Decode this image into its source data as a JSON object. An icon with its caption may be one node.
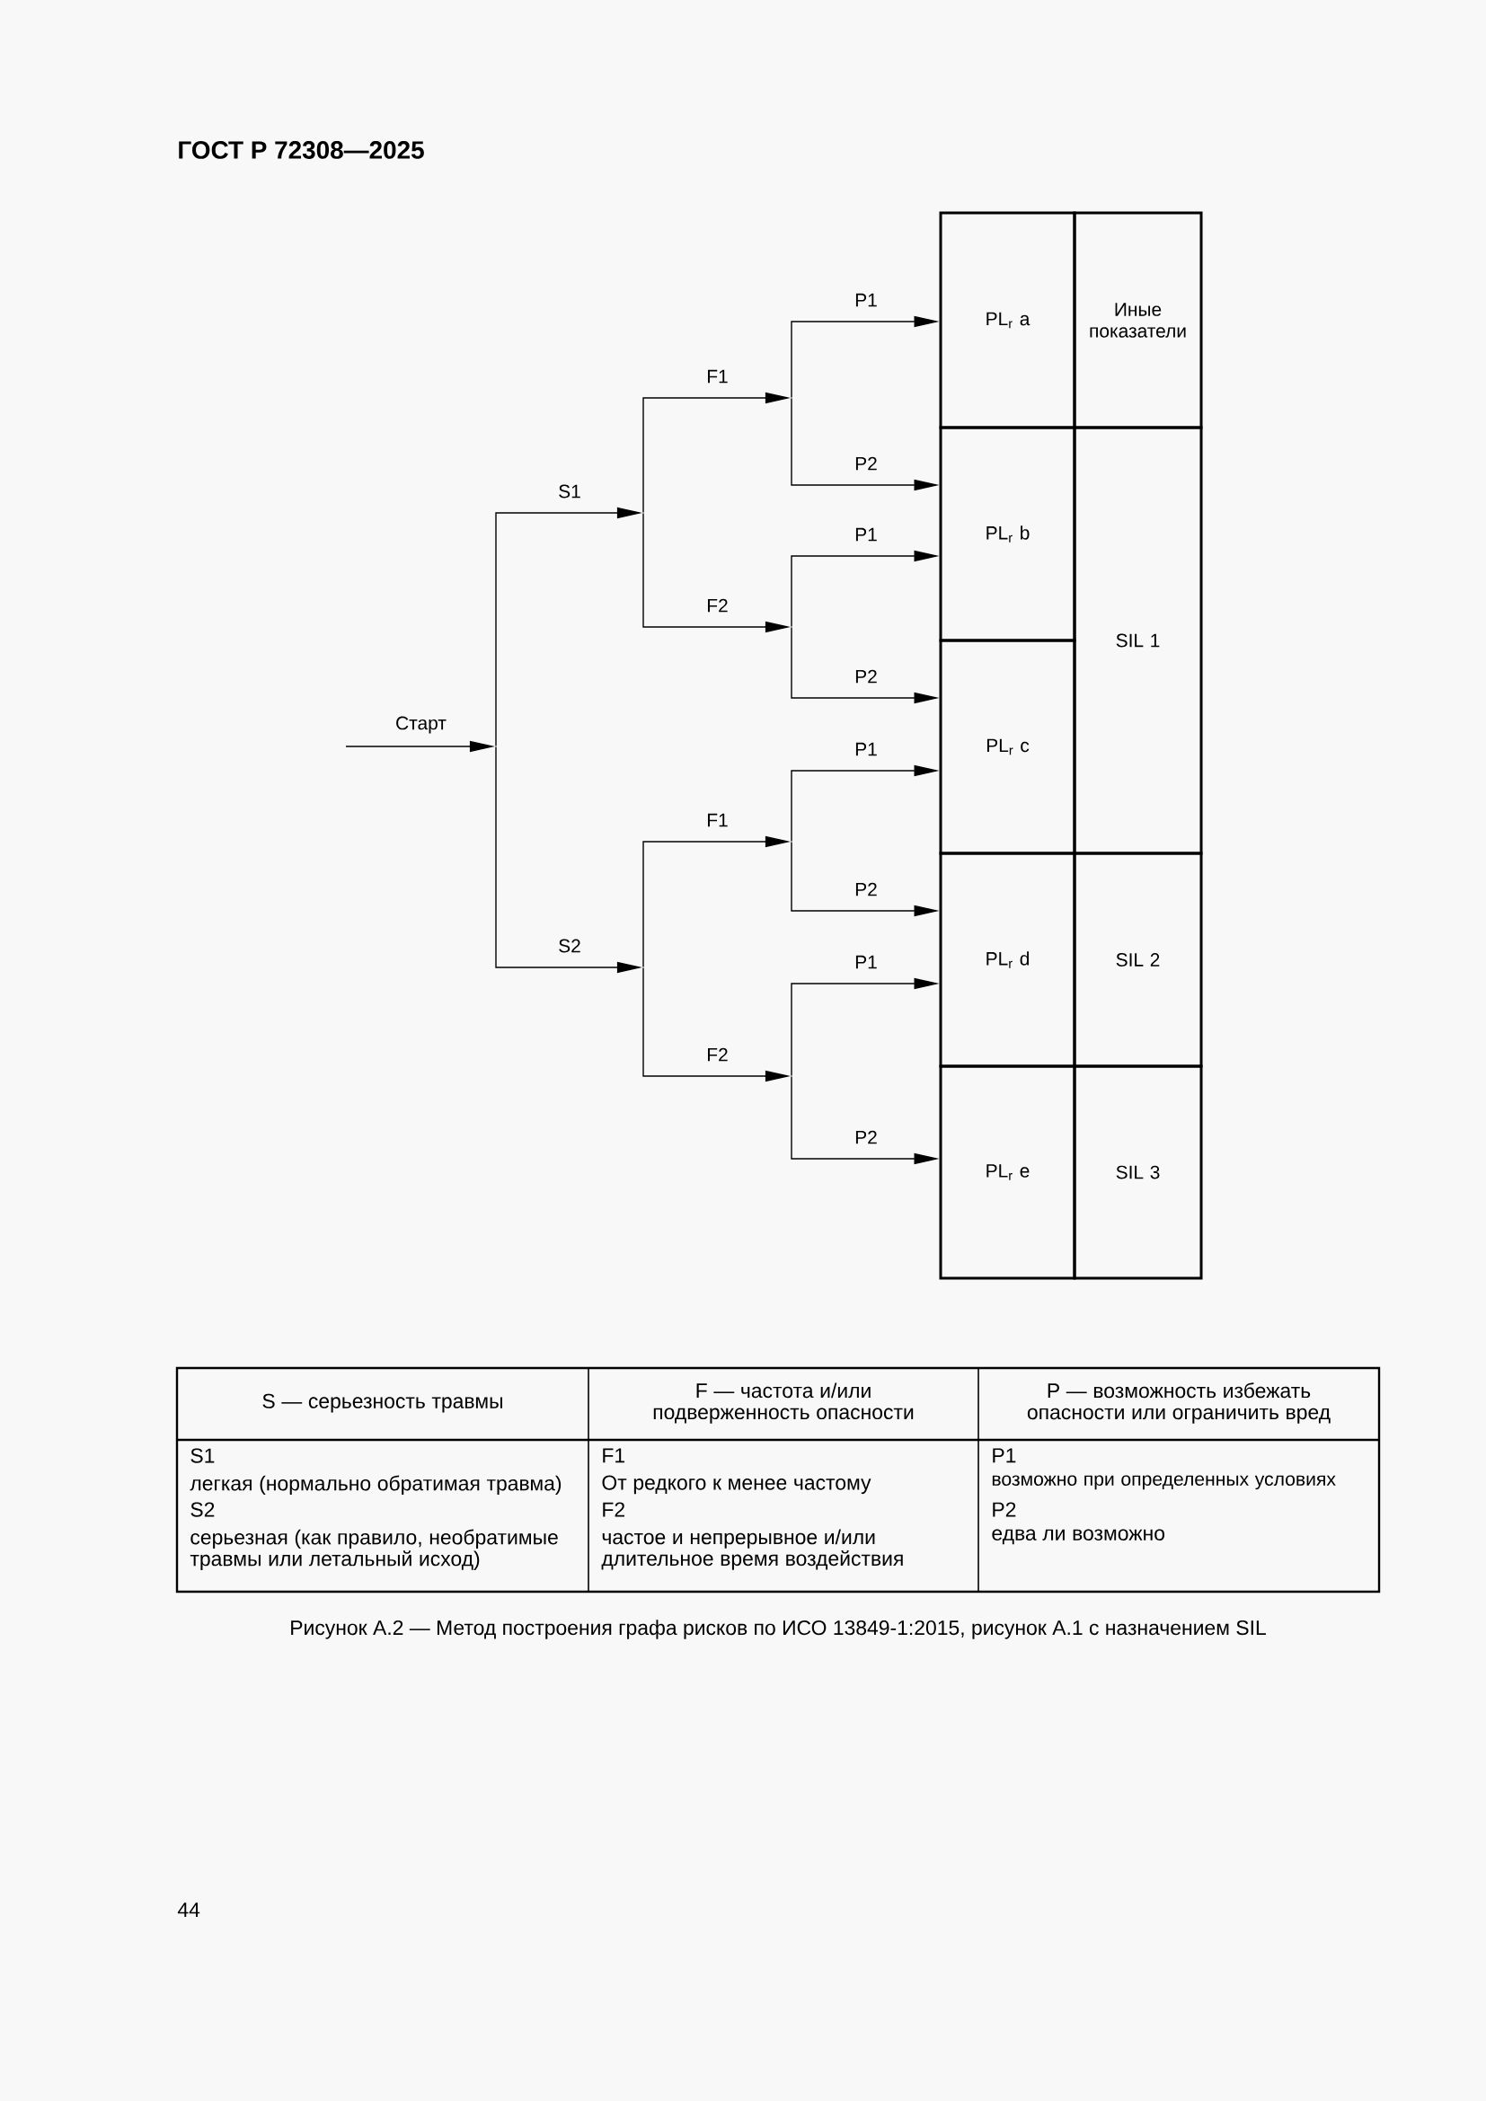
{
  "diagram": {
    "title": "ГОСТ Р 72308—2025",
    "caption": "Рисунок А.2 — Метод построения графа рисков по ИСО 13849-1:2015, рисунок А.1  с назначением SIL",
    "nodes": [
      {
        "text": [
          "PL$_{r}$ a"
        ]
      },
      {
        "text": [
          "PL$_{r}$ b"
        ]
      },
      {
        "text": [
          "PL$_{r}$ c"
        ]
      },
      {
        "text": [
          "PL$_{r}$ d"
        ]
      },
      {
        "text": [
          "PL$_{r}$ e"
        ]
      },
      {
        "text": [
          "Иные показатели"
        ]
      },
      {
        "text": [
          "SIL 1"
        ]
      },
      {
        "text": [
          "SIL 2"
        ]
      },
      {
        "text": [
          "SIL 3"
        ]
      },
      {
        "text": [],
        "shape": "point"
      },
      {
        "text": [],
        "shape": "point"
      },
      {
        "text": [],
        "shape": "point"
      },
      {
        "text": [],
        "shape": "point"
      },
      {
        "text": [],
        "shape": "point"
      },
      {
        "text": [],
        "shape": "point"
      },
      {
        "text": [],
        "shape": "point"
      }
    ],
    "edges": [
      {
        "from": null,
        "to": 9,
        "arrow": "to",
        "label": "Старт"
      },
      {
        "from": 9,
        "to": 10,
        "arrow": "to",
        "label": "S1"
      },
      {
        "from": 9,
        "to": 11,
        "arrow": "to",
        "label": "S2"
      },
      {
        "from": 10,
        "to": 12,
        "arrow": "to",
        "label": "F1"
      },
      {
        "from": 10,
        "to": 13,
        "arrow": "to",
        "label": "F2"
      },
      {
        "from": 11,
        "to": 14,
        "arrow": "to",
        "label": "F1"
      },
      {
        "from": 11,
        "to": 15,
        "arrow": "to",
        "label": "F2"
      },
      {
        "from": 12,
        "to": 0,
        "arrow": "to",
        "label": "P1"
      },
      {
        "from": 12,
        "to": 1,
        "arrow": "to",
        "label": "P2"
      },
      {
        "from": 13,
        "to": 1,
        "arrow": "to",
        "label": "P1"
      },
      {
        "from": 13,
        "to": 2,
        "arrow": "to",
        "label": "P2"
      },
      {
        "from": 14,
        "to": 2,
        "arrow": "to",
        "label": "P1"
      },
      {
        "from": 14,
        "to": 3,
        "arrow": "to",
        "label": "P2"
      },
      {
        "from": 15,
        "to": 3,
        "arrow": "to",
        "label": "P1"
      },
      {
        "from": 15,
        "to": 4,
        "arrow": "to",
        "label": "P2"
      }
    ],
    "labels": [
      "S — серьезность травмы",
      "F — частота и/или подверженность опасности",
      "P — возможность избежать опасности или ограничить вред",
      "S1",
      "легкая (нормально обратимая травма)",
      "S2",
      "серьезная (как правило, необратимые травмы или летальный исход)",
      "F1",
      "От редкого к менее частому",
      "F2",
      "частое и непрерывное и/или длительное время воздействия",
      "P1",
      "возможно при определенных условиях",
      "P2",
      "едва ли возможно",
      "44"
    ]
  }
}
